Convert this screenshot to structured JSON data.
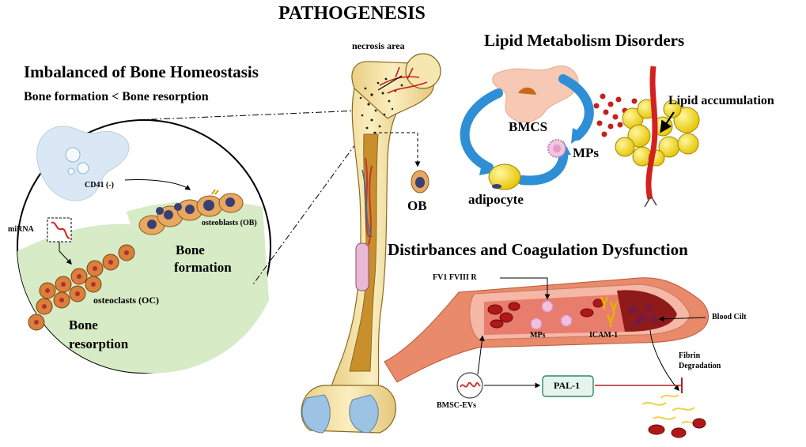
{
  "title": "PATHOGENESIS",
  "bone": {
    "necrosis_label": "necrosis area"
  },
  "homeostasis": {
    "heading": "Imbalanced of Bone Homeostasis",
    "subheading": "Bone formation < Bone resorption",
    "cd41_label": "CD41 (-)",
    "mirna_label": "miRNA",
    "osteoblasts_label": "osteoblasts (OB)",
    "osteoclasts_label": "osteoclasts (OC)",
    "formation_line1": "Bone",
    "formation_line2": "formation",
    "resorption_line1": "Bone",
    "resorption_line2": "resorption",
    "ob_label": "OB"
  },
  "lipid": {
    "heading": "Lipid Metabolism Disorders",
    "bmcs_label": "BMCS",
    "mps_label": "MPs",
    "adipocyte_label": "adipocyte",
    "accumulation_label": "Lipid accumulation"
  },
  "coagulation": {
    "heading": "Distirbances and Coagulation Dysfunction",
    "factors_label": "FV1 FVIII R",
    "mps_label": "MPs",
    "icam_label": "ICAM-1",
    "clot_label": "Blood Cilt",
    "fibrin_line1": "Fibrin",
    "fibrin_line2": "Degradation",
    "pal_label": "PAL-1",
    "evs_label": "BMSC-EVs"
  },
  "colors": {
    "bone": "#f3e0a0",
    "marrow": "#1a1a1a",
    "vessel": "#c0392b",
    "flow_arrow": "#2e8fd6",
    "fat": "#f5e12a",
    "ob_cell": "#e8a860",
    "oc_cell": "#d9803a",
    "formation_bg": "#d7ebc6",
    "inhibit": "#b22222"
  }
}
